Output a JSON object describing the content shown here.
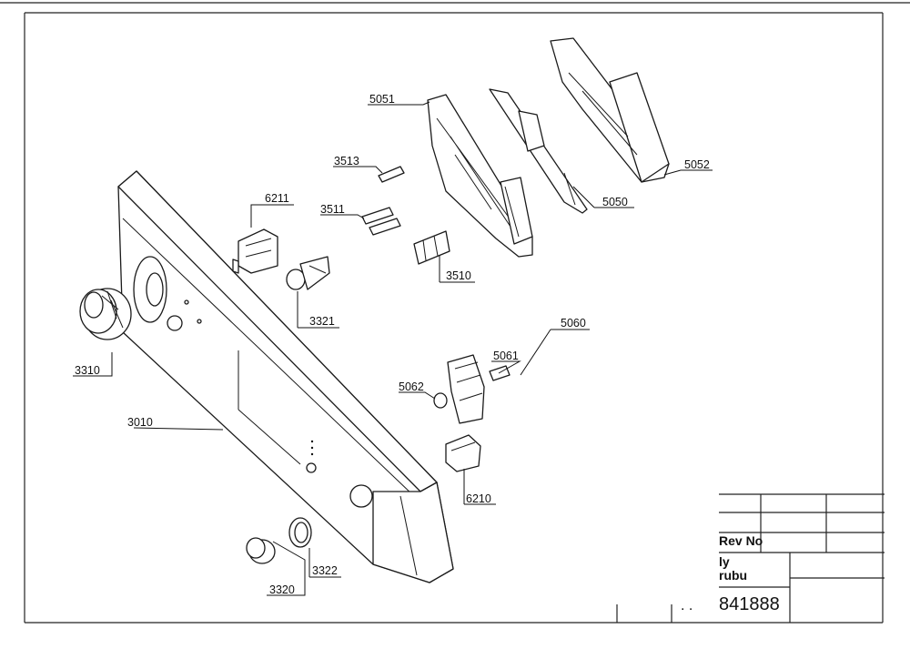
{
  "labels": {
    "p3010": "3010",
    "p3310": "3310",
    "p3320": "3320",
    "p3321": "3321",
    "p3322": "3322",
    "p3510": "3510",
    "p3511": "3511",
    "p3513": "3513",
    "p5050": "5050",
    "p5051": "5051",
    "p5052": "5052",
    "p5060": "5060",
    "p5061": "5061",
    "p5062": "5062",
    "p6210": "6210",
    "p6211": "6211"
  },
  "title_block": {
    "rev_label": "Rev No",
    "line1": "ly",
    "line2": "rubu",
    "drawing_number": "841888"
  }
}
